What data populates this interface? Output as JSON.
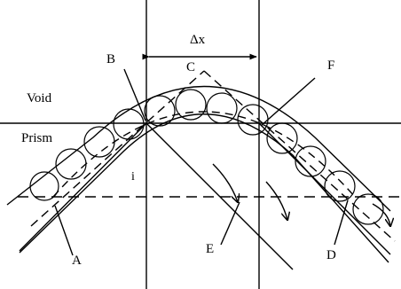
{
  "diagram": {
    "labels": {
      "void": "Void",
      "prism": "Prism",
      "delta_x": "Δx",
      "A": "A",
      "B": "B",
      "C": "C",
      "D": "D",
      "E": "E",
      "F": "F",
      "i": "i"
    },
    "colors": {
      "stroke": "#000000",
      "background": "#ffffff"
    }
  }
}
